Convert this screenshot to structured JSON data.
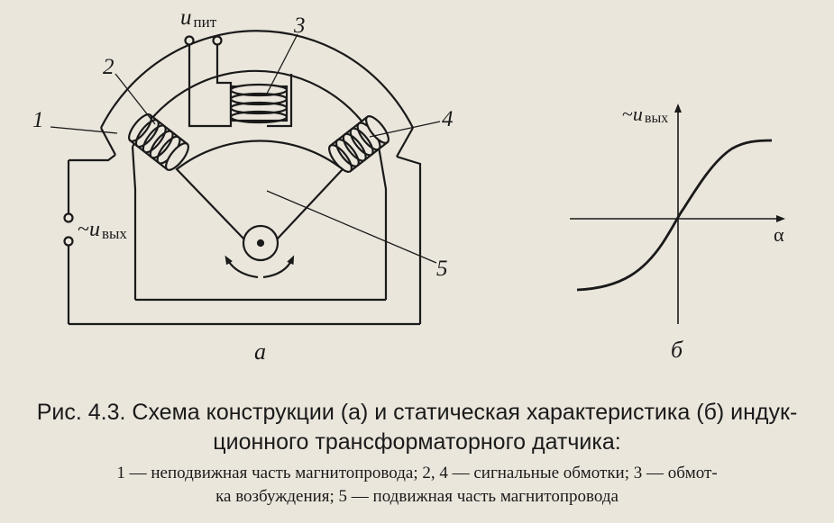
{
  "diagram": {
    "labels": {
      "stator": "1",
      "coil_left": "2",
      "coil_excitation": "3",
      "coil_right": "4",
      "rotor": "5",
      "supply_u": "u",
      "supply_sub": "пит",
      "output_prefix": "~",
      "output_u": "u",
      "output_sub": "вых",
      "part_a": "а"
    }
  },
  "graph": {
    "ylabel_prefix": "~",
    "ylabel_u": "u",
    "ylabel_sub": "вых",
    "xlabel": "α",
    "part_b": "б"
  },
  "caption": {
    "line1": "Рис. 4.3. Схема конструкции (а) и статическая характеристика (б) индук-",
    "line2": "ционного трансформаторного датчика:",
    "line3": "1 — неподвижная часть магнитопровода; 2, 4 — сигнальные обмотки; 3 — обмот-",
    "line4": "ка возбуждения; 5 — подвижная часть магнитопровода"
  },
  "colors": {
    "background": "#ebe6dc",
    "ink": "#1a1a1a"
  }
}
